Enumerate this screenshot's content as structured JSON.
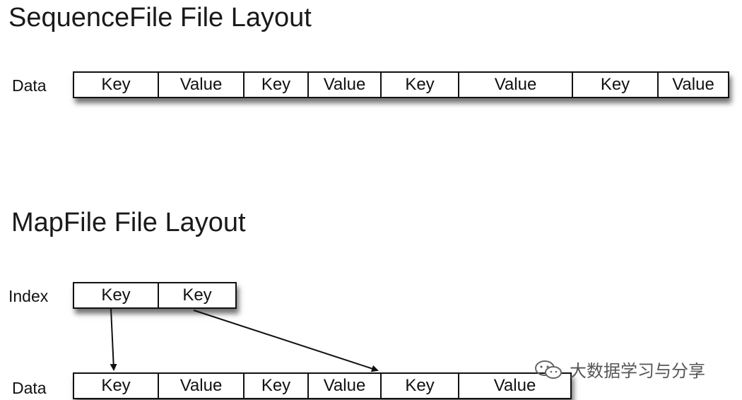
{
  "sequence_file": {
    "title": "SequenceFile File Layout",
    "data_label": "Data",
    "data_cells": [
      "Key",
      "Value",
      "Key",
      "Value",
      "Key",
      "Value",
      "Key",
      "Value"
    ]
  },
  "map_file": {
    "title": "MapFile File Layout",
    "index_label": "Index",
    "index_cells": [
      "Key",
      "Key"
    ],
    "data_label": "Data",
    "data_cells": [
      "Key",
      "Value",
      "Key",
      "Value",
      "Key",
      "Value"
    ]
  },
  "watermark": {
    "icon": "wechat-icon",
    "text": "大数据学习与分享"
  }
}
